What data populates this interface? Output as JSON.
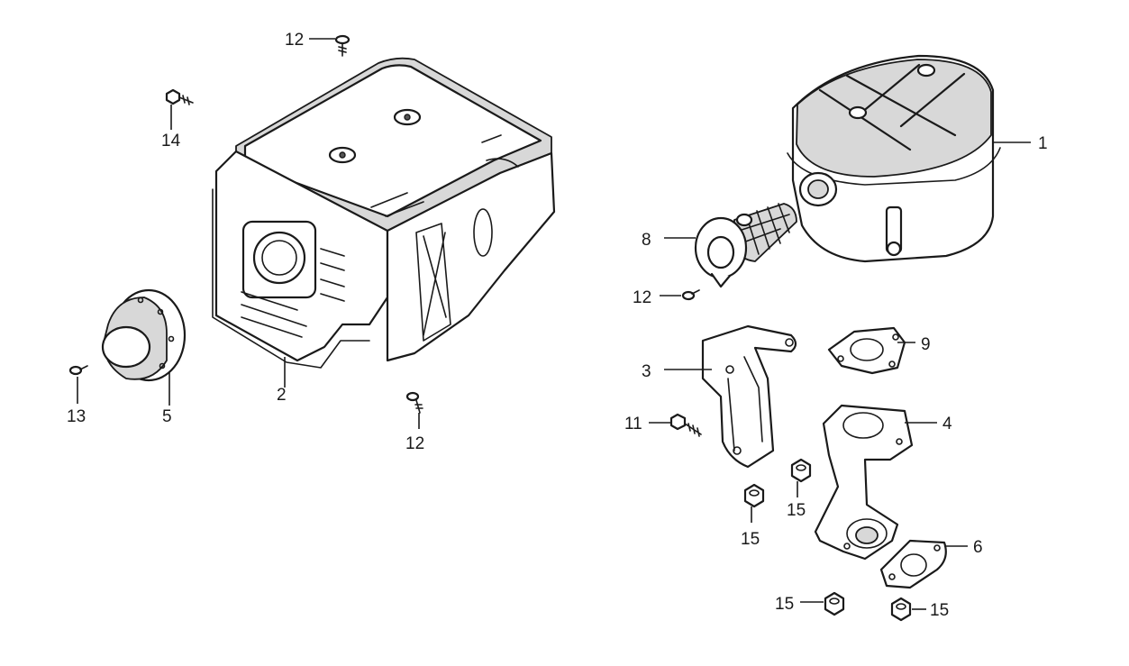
{
  "callouts": {
    "c1": "1",
    "c2": "2",
    "c3": "3",
    "c4": "4",
    "c5": "5",
    "c6": "6",
    "c8": "8",
    "c9": "9",
    "c11": "11",
    "c12a": "12",
    "c12b": "12",
    "c12c": "12",
    "c13": "13",
    "c14": "14",
    "c15a": "15",
    "c15b": "15",
    "c15c": "15",
    "c15d": "15"
  },
  "colors": {
    "line": "#1a1a1a",
    "shade": "#d8d8d8",
    "background": "#ffffff"
  }
}
